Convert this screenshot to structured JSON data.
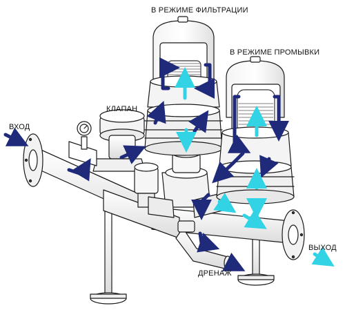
{
  "labels": {
    "filtration_mode": "В РЕЖИМЕ ФИЛЬТРАЦИИ",
    "flush_mode": "В РЕЖИМЕ ПРОМЫВКИ",
    "valve": "КЛАПАН",
    "inlet": "ВХОД",
    "outlet": "ВЫХОД",
    "drain": "ДРЕНАЖ"
  },
  "colors": {
    "inflow_arrow": "#1f2a7a",
    "clean_flow_arrow": "#33d3e6",
    "line": "#1a1a1a",
    "fill": "#ffffff",
    "shade": "#e6e6e6"
  },
  "icons": [
    "inflow-arrow-icon",
    "clean-flow-arrow-icon",
    "pressure-gauge-icon"
  ]
}
